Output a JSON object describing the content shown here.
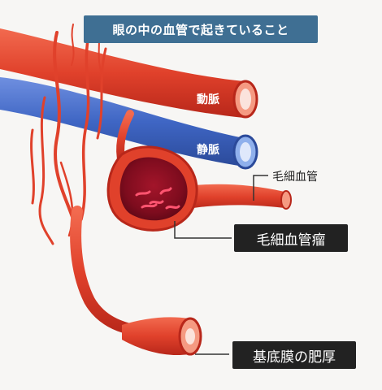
{
  "title": "眼の中の血管で起きていること",
  "labels": {
    "artery": "動脈",
    "vein": "静脈",
    "capillary": "毛細血管",
    "microaneurysm": "毛細血管瘤",
    "basement_membrane_thickening": "基底膜の肥厚"
  },
  "colors": {
    "artery": "#e0412b",
    "artery_dark": "#b8271a",
    "vein": "#3f66c4",
    "vein_dark": "#2b4a9a",
    "banner": "#3f6f93",
    "label_box": "#222222",
    "background": "#f7f6f4"
  }
}
